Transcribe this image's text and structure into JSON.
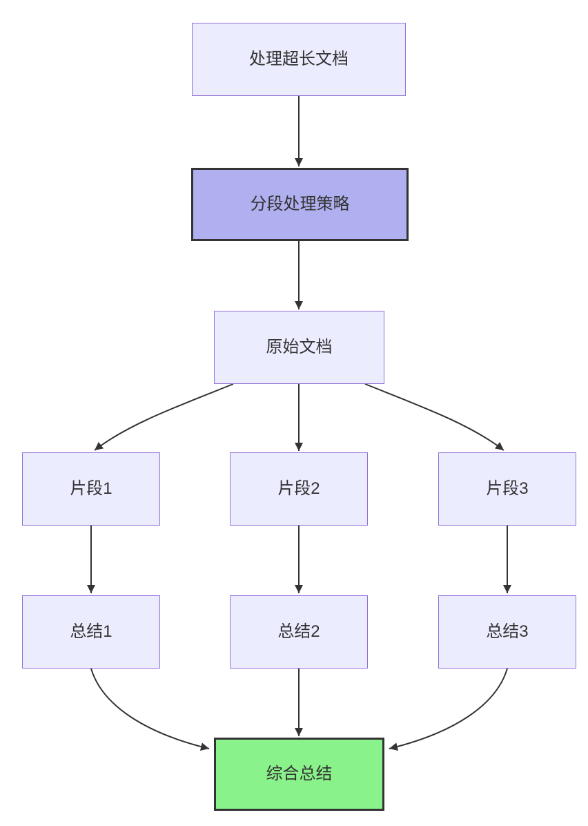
{
  "diagram": {
    "type": "flowchart",
    "nodes": {
      "start": {
        "label": "处理超长文档"
      },
      "strategy": {
        "label": "分段处理策略"
      },
      "source": {
        "label": "原始文档"
      },
      "fragment1": {
        "label": "片段1"
      },
      "fragment2": {
        "label": "片段2"
      },
      "fragment3": {
        "label": "片段3"
      },
      "summary1": {
        "label": "总结1"
      },
      "summary2": {
        "label": "总结2"
      },
      "summary3": {
        "label": "总结3"
      },
      "final": {
        "label": "综合总结"
      }
    },
    "edges": [
      {
        "from": "处理超长文档",
        "to": "分段处理策略"
      },
      {
        "from": "分段处理策略",
        "to": "原始文档"
      },
      {
        "from": "原始文档",
        "to": "片段1"
      },
      {
        "from": "原始文档",
        "to": "片段2"
      },
      {
        "from": "原始文档",
        "to": "片段3"
      },
      {
        "from": "片段1",
        "to": "总结1"
      },
      {
        "from": "片段2",
        "to": "总结2"
      },
      {
        "from": "片段3",
        "to": "总结3"
      },
      {
        "from": "总结1",
        "to": "综合总结"
      },
      {
        "from": "总结2",
        "to": "综合总结"
      },
      {
        "from": "总结3",
        "to": "综合总结"
      }
    ],
    "colors": {
      "node_fill": "#ECECFF",
      "node_border": "#9370DB",
      "highlight_fill": "#b0b0f0",
      "highlight_border": "#333333",
      "final_fill": "#8af28a",
      "final_border": "#333333",
      "edge": "#333333",
      "text": "#333333"
    }
  }
}
